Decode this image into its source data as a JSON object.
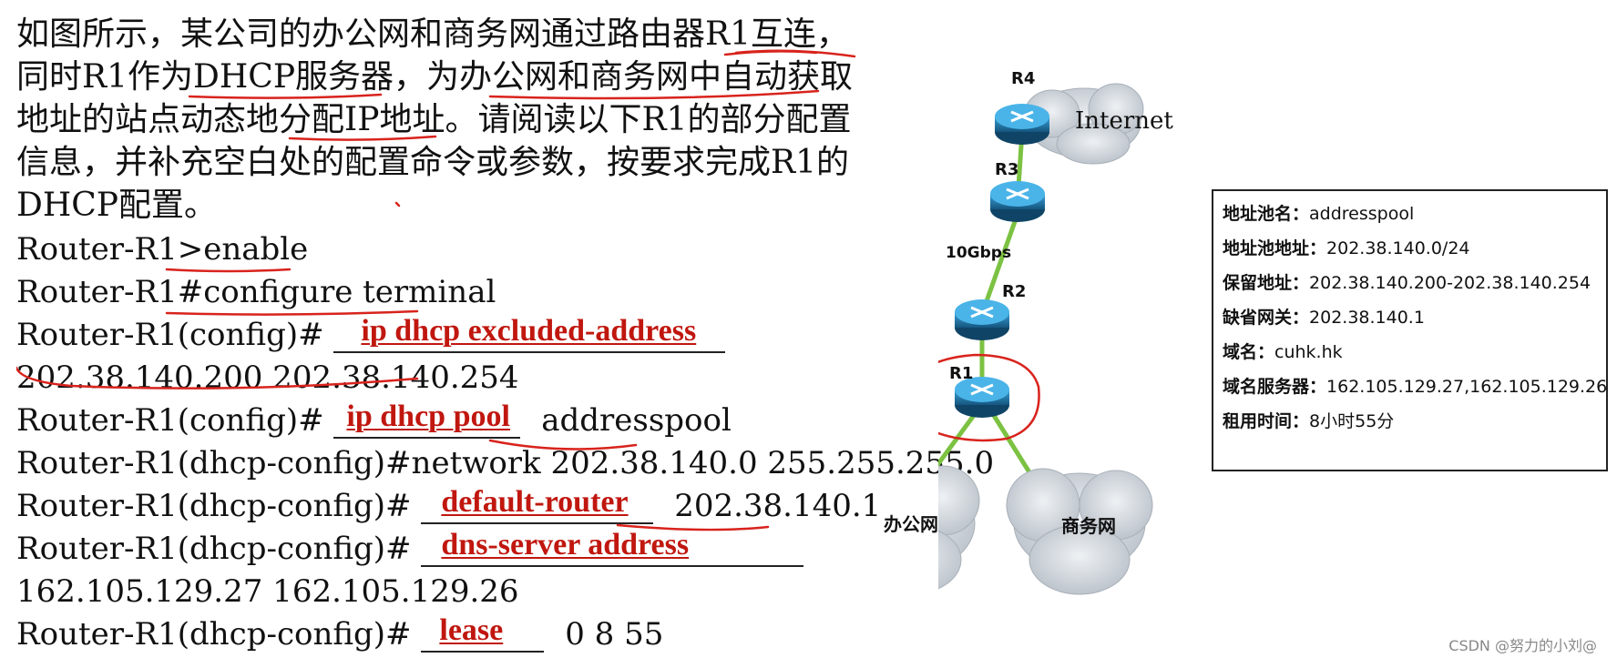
{
  "question": {
    "lines": [
      "如图所示，某公司的办公网和商务网通过路由器R1互连，",
      "同时R1作为DHCP服务器，为办公网和商务网中自动获取",
      "地址的站点动态地分配IP地址。请阅读以下R1的部分配置",
      "信息，并补充空白处的配置命令或参数，按要求完成R1的",
      "DHCP配置。"
    ]
  },
  "config": {
    "line1": "Router-R1>enable",
    "line2": "Router-R1#configure  terminal",
    "line3_prompt": "Router-R1(config)#",
    "line3_answer": "ip dhcp excluded-address",
    "line4": "202.38.140.200 202.38.140.254",
    "line5_prompt": "Router-R1(config)#",
    "line5_answer": "ip dhcp pool",
    "line5_suffix": "addresspool",
    "line6": "Router-R1(dhcp-config)#network  202.38.140.0 255.255.255.0",
    "line7_prompt": "Router-R1(dhcp-config)#",
    "line7_answer": "default-router",
    "line7_suffix": "202.38.140.1",
    "line8_prompt": "Router-R1(dhcp-config)#",
    "line8_answer": "dns-server address",
    "line9": "162.105.129.27 162.105.129.26",
    "line10_prompt": "Router-R1(dhcp-config)#",
    "line10_answer": "lease",
    "line10_suffix": "0 8 55"
  },
  "diagram": {
    "routers": {
      "r4": "R4",
      "r3": "R3",
      "r2": "R2",
      "r1": "R1"
    },
    "internet": "Internet",
    "link_speed": "10Gbps",
    "office_net": "办公网",
    "business_net": "商务网",
    "info": [
      {
        "key": "地址池名：",
        "value": "addresspool"
      },
      {
        "key": "地址池地址：",
        "value": "202.38.140.0/24"
      },
      {
        "key": "保留地址：",
        "value": "202.38.140.200-202.38.140.254"
      },
      {
        "key": "缺省网关：",
        "value": "202.38.140.1"
      },
      {
        "key": "域名：",
        "value": "cuhk.hk"
      },
      {
        "key": "域名服务器：",
        "value": "162.105.129.27,162.105.129.26"
      },
      {
        "key": "租用时间：",
        "value": "8小时55分"
      }
    ]
  },
  "watermark": "CSDN @努力的小刘@",
  "colors": {
    "answer": "#c0170f",
    "annotation": "#d8231c",
    "link": "#7cc242",
    "router": "#1f6fa6"
  }
}
